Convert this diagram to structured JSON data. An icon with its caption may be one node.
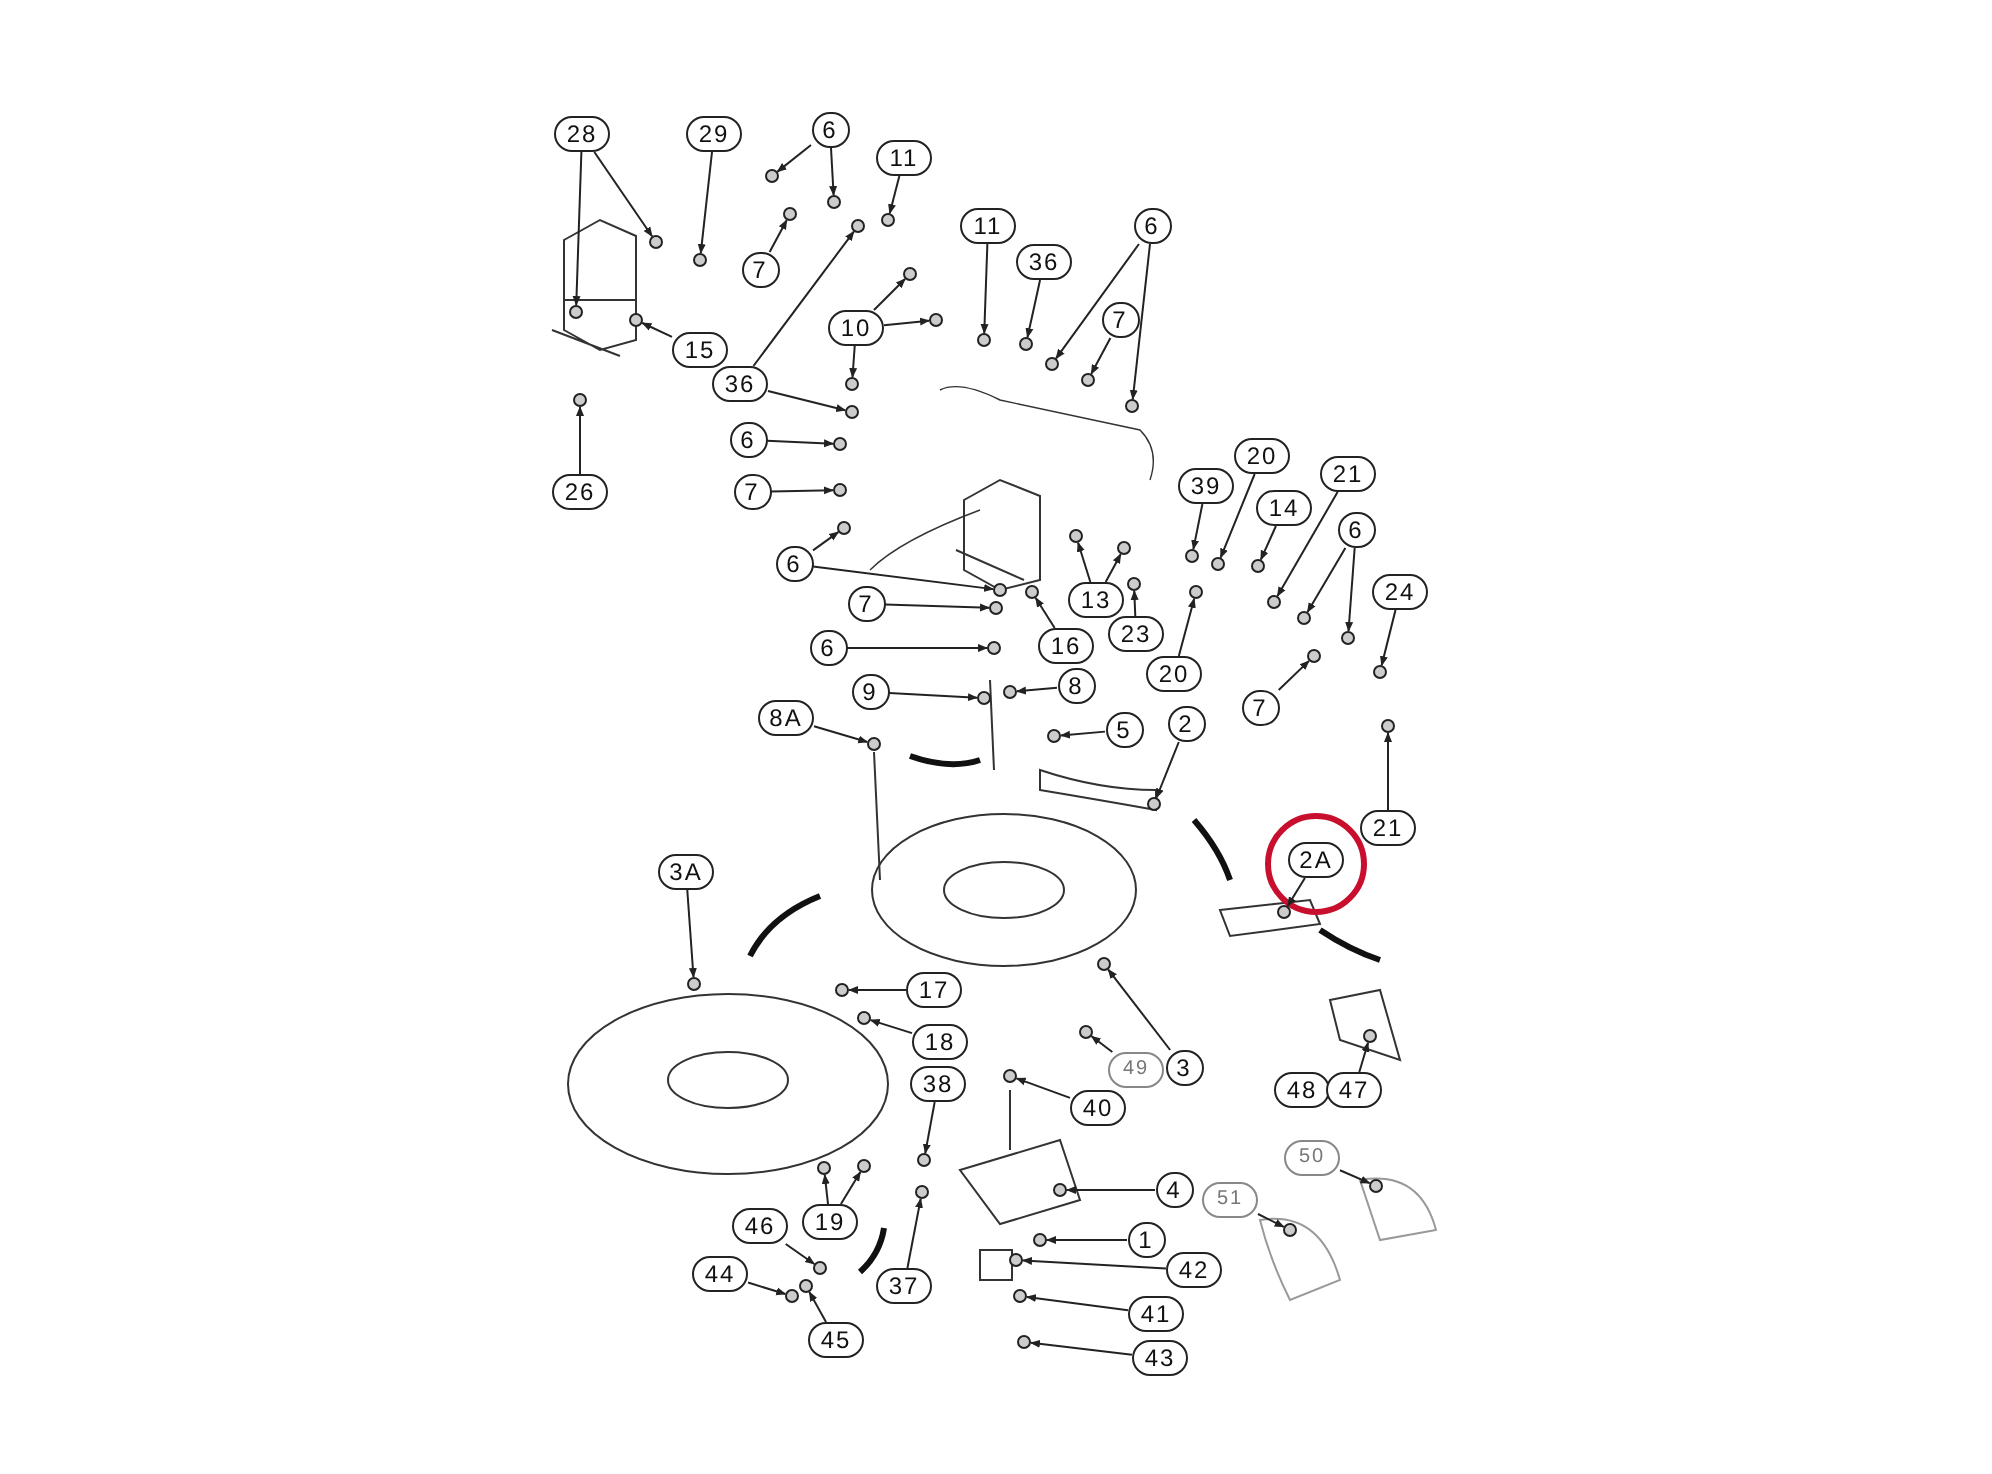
{
  "diagram": {
    "nodes": [
      {
        "text": [
          "28"
        ]
      },
      {
        "text": [
          "29"
        ]
      },
      {
        "text": [
          "6"
        ]
      },
      {
        "text": [
          "7"
        ]
      },
      {
        "text": [
          "11"
        ]
      },
      {
        "text": [
          "15"
        ]
      },
      {
        "text": [
          "26"
        ]
      },
      {
        "text": [
          "36"
        ]
      },
      {
        "text": [
          "10"
        ]
      },
      {
        "text": [
          "11"
        ]
      },
      {
        "text": [
          "36"
        ]
      },
      {
        "text": [
          "6"
        ]
      },
      {
        "text": [
          "7"
        ]
      },
      {
        "text": [
          "6"
        ]
      },
      {
        "text": [
          "7"
        ]
      },
      {
        "text": [
          "6"
        ]
      },
      {
        "text": [
          "7"
        ]
      },
      {
        "text": [
          "6"
        ]
      },
      {
        "text": [
          "16"
        ]
      },
      {
        "text": [
          "13"
        ]
      },
      {
        "text": [
          "23"
        ]
      },
      {
        "text": [
          "39"
        ]
      },
      {
        "text": [
          "20"
        ]
      },
      {
        "text": [
          "14"
        ]
      },
      {
        "text": [
          "21"
        ]
      },
      {
        "text": [
          "6"
        ]
      },
      {
        "text": [
          "20"
        ]
      },
      {
        "text": [
          "7"
        ]
      },
      {
        "text": [
          "24"
        ]
      },
      {
        "text": [
          "21"
        ]
      },
      {
        "text": [
          "9"
        ]
      },
      {
        "text": [
          "8"
        ]
      },
      {
        "text": [
          "8A"
        ]
      },
      {
        "text": [
          "5"
        ]
      },
      {
        "text": [
          "2"
        ]
      },
      {
        "text": [
          "2A"
        ]
      },
      {
        "text": [
          "3A"
        ]
      },
      {
        "text": [
          "17"
        ]
      },
      {
        "text": [
          "18"
        ]
      },
      {
        "text": [
          "49"
        ]
      },
      {
        "text": [
          "3"
        ]
      },
      {
        "text": [
          "38"
        ]
      },
      {
        "text": [
          "40"
        ]
      },
      {
        "text": [
          "4"
        ]
      },
      {
        "text": [
          "1"
        ]
      },
      {
        "text": [
          "19"
        ]
      },
      {
        "text": [
          "46"
        ]
      },
      {
        "text": [
          "44"
        ]
      },
      {
        "text": [
          "45"
        ]
      },
      {
        "text": [
          "37"
        ]
      },
      {
        "text": [
          "42"
        ]
      },
      {
        "text": [
          "41"
        ]
      },
      {
        "text": [
          "43"
        ]
      },
      {
        "text": [
          "48"
        ]
      },
      {
        "text": [
          "47"
        ]
      },
      {
        "text": [
          "50"
        ]
      },
      {
        "text": [
          "51"
        ]
      },
      {
        "text": [],
        "shape": "circle"
      },
      {
        "text": [],
        "shape": "circle"
      },
      {
        "text": [],
        "shape": "circle"
      },
      {
        "text": [],
        "shape": "circle"
      },
      {
        "text": [],
        "shape": "circle"
      },
      {
        "text": [],
        "shape": "circle"
      },
      {
        "text": [],
        "shape": "circle"
      },
      {
        "text": [],
        "shape": "circle"
      },
      {
        "text": [],
        "shape": "circle"
      },
      {
        "text": [],
        "shape": "circle"
      },
      {
        "text": [],
        "shape": "circle"
      },
      {
        "text": [],
        "shape": "circle"
      },
      {
        "text": [],
        "shape": "circle"
      },
      {
        "text": [],
        "shape": "circle"
      },
      {
        "text": [],
        "shape": "circle"
      },
      {
        "text": [],
        "shape": "circle"
      },
      {
        "text": [],
        "shape": "circle"
      },
      {
        "text": [],
        "shape": "circle"
      },
      {
        "text": [],
        "shape": "circle"
      },
      {
        "text": [],
        "shape": "circle"
      },
      {
        "text": [],
        "shape": "circle"
      },
      {
        "text": [],
        "shape": "circle"
      },
      {
        "text": [],
        "shape": "circle"
      },
      {
        "text": [],
        "shape": "circle"
      },
      {
        "text": [],
        "shape": "circle"
      },
      {
        "text": [],
        "shape": "circle"
      },
      {
        "text": [],
        "shape": "circle"
      },
      {
        "text": [],
        "shape": "circle"
      },
      {
        "text": [],
        "shape": "circle"
      },
      {
        "text": [],
        "shape": "circle"
      },
      {
        "text": [],
        "shape": "circle"
      },
      {
        "text": [],
        "shape": "circle"
      },
      {
        "text": [],
        "shape": "circle"
      },
      {
        "text": [],
        "shape": "circle"
      },
      {
        "text": [],
        "shape": "circle"
      },
      {
        "text": [],
        "shape": "circle"
      },
      {
        "text": [],
        "shape": "circle"
      },
      {
        "text": [],
        "shape": "circle"
      },
      {
        "text": [],
        "shape": "circle"
      },
      {
        "text": [],
        "shape": "circle"
      },
      {
        "text": [],
        "shape": "circle"
      },
      {
        "text": [],
        "shape": "circle"
      },
      {
        "text": [],
        "shape": "circle"
      },
      {
        "text": [],
        "shape": "circle"
      },
      {
        "text": [],
        "shape": "circle"
      },
      {
        "text": [],
        "shape": "circle"
      },
      {
        "text": [],
        "shape": "circle"
      },
      {
        "text": [],
        "shape": "circle"
      },
      {
        "text": [],
        "shape": "circle"
      },
      {
        "text": [],
        "shape": "circle"
      },
      {
        "text": [],
        "shape": "circle"
      },
      {
        "text": [],
        "shape": "circle"
      },
      {
        "text": [],
        "shape": "circle"
      },
      {
        "text": [],
        "shape": "circle"
      },
      {
        "text": [],
        "shape": "circle"
      },
      {
        "text": [],
        "shape": "circle"
      },
      {
        "text": [],
        "shape": "circle"
      },
      {
        "text": [],
        "shape": "circle"
      },
      {
        "text": [],
        "shape": "circle"
      },
      {
        "text": [],
        "shape": "circle"
      },
      {
        "text": [],
        "shape": "circle"
      },
      {
        "text": [],
        "shape": "circle"
      },
      {
        "text": [],
        "shape": "circle"
      },
      {
        "text": [],
        "shape": "circle"
      },
      {
        "text": [],
        "shape": "circle"
      },
      {
        "text": [],
        "shape": "circle"
      }
    ],
    "edges": [
      {
        "from": 0,
        "to": 57,
        "arrow": "to"
      },
      {
        "from": 0,
        "to": 58,
        "arrow": "to"
      },
      {
        "from": 1,
        "to": 59,
        "arrow": "to"
      },
      {
        "from": 2,
        "to": 60,
        "arrow": "to"
      },
      {
        "from": 2,
        "to": 61,
        "arrow": "to"
      },
      {
        "from": 3,
        "to": 62,
        "arrow": "to"
      },
      {
        "from": 4,
        "to": 63,
        "arrow": "to"
      },
      {
        "from": 5,
        "to": 64,
        "arrow": "to"
      },
      {
        "from": 6,
        "to": 65,
        "arrow": "to"
      },
      {
        "from": 7,
        "to": 66,
        "arrow": "to"
      },
      {
        "from": 7,
        "to": 67,
        "arrow": "to"
      },
      {
        "from": 8,
        "to": 68,
        "arrow": "to"
      },
      {
        "from": 8,
        "to": 69,
        "arrow": "to"
      },
      {
        "from": 8,
        "to": 70,
        "arrow": "to"
      },
      {
        "from": 9,
        "to": 71,
        "arrow": "to"
      },
      {
        "from": 10,
        "to": 72,
        "arrow": "to"
      },
      {
        "from": 11,
        "to": 73,
        "arrow": "to"
      },
      {
        "from": 11,
        "to": 74,
        "arrow": "to"
      },
      {
        "from": 12,
        "to": 75,
        "arrow": "to"
      },
      {
        "from": 13,
        "to": 76,
        "arrow": "to"
      },
      {
        "from": 14,
        "to": 77,
        "arrow": "to"
      },
      {
        "from": 15,
        "to": 78,
        "arrow": "to"
      },
      {
        "from": 15,
        "to": 79,
        "arrow": "to"
      },
      {
        "from": 16,
        "to": 80,
        "arrow": "to"
      },
      {
        "from": 17,
        "to": 81,
        "arrow": "to"
      },
      {
        "from": 18,
        "to": 82,
        "arrow": "to"
      },
      {
        "from": 19,
        "to": 83,
        "arrow": "to"
      },
      {
        "from": 19,
        "to": 84,
        "arrow": "to"
      },
      {
        "from": 20,
        "to": 85,
        "arrow": "to"
      },
      {
        "from": 21,
        "to": 86,
        "arrow": "to"
      },
      {
        "from": 22,
        "to": 87,
        "arrow": "to"
      },
      {
        "from": 23,
        "to": 88,
        "arrow": "to"
      },
      {
        "from": 24,
        "to": 89,
        "arrow": "to"
      },
      {
        "from": 25,
        "to": 90,
        "arrow": "to"
      },
      {
        "from": 25,
        "to": 91,
        "arrow": "to"
      },
      {
        "from": 26,
        "to": 92,
        "arrow": "to"
      },
      {
        "from": 27,
        "to": 93,
        "arrow": "to"
      },
      {
        "from": 28,
        "to": 94,
        "arrow": "to"
      },
      {
        "from": 29,
        "to": 95,
        "arrow": "to"
      },
      {
        "from": 30,
        "to": 96,
        "arrow": "to"
      },
      {
        "from": 31,
        "to": 97,
        "arrow": "to"
      },
      {
        "from": 32,
        "to": 98,
        "arrow": "to"
      },
      {
        "from": 33,
        "to": 99,
        "arrow": "to"
      },
      {
        "from": 34,
        "to": 100,
        "arrow": "to"
      },
      {
        "from": 35,
        "to": 101,
        "arrow": "to"
      },
      {
        "from": 36,
        "to": 102,
        "arrow": "to"
      },
      {
        "from": 37,
        "to": 103,
        "arrow": "to"
      },
      {
        "from": 38,
        "to": 104,
        "arrow": "to"
      },
      {
        "from": 39,
        "to": 105,
        "arrow": "to"
      },
      {
        "from": 40,
        "to": 106,
        "arrow": "to"
      },
      {
        "from": 41,
        "to": 107,
        "arrow": "to"
      },
      {
        "from": 42,
        "to": 108,
        "arrow": "to"
      },
      {
        "from": 43,
        "to": 109,
        "arrow": "to"
      },
      {
        "from": 44,
        "to": 110,
        "arrow": "to"
      },
      {
        "from": 45,
        "to": 111,
        "arrow": "to"
      },
      {
        "from": 45,
        "to": 112,
        "arrow": "to"
      },
      {
        "from": 46,
        "to": 113,
        "arrow": "to"
      },
      {
        "from": 47,
        "to": 114,
        "arrow": "to"
      },
      {
        "from": 48,
        "to": 115,
        "arrow": "to"
      },
      {
        "from": 49,
        "to": 116,
        "arrow": "to"
      },
      {
        "from": 50,
        "to": 117,
        "arrow": "to"
      },
      {
        "from": 51,
        "to": 118,
        "arrow": "to"
      },
      {
        "from": 52,
        "to": 119,
        "arrow": "to"
      },
      {
        "from": 54,
        "to": 120,
        "arrow": "to"
      },
      {
        "from": 55,
        "to": 121,
        "arrow": "to"
      },
      {
        "from": 56,
        "to": 122,
        "arrow": "to"
      }
    ]
  }
}
